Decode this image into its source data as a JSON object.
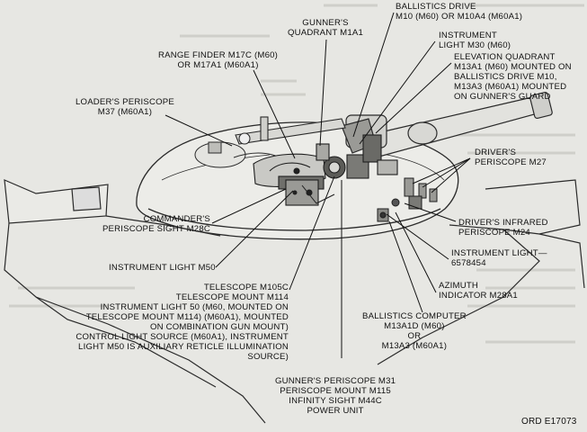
{
  "labels": {
    "gunners_quadrant": [
      "GUNNER'S",
      "QUADRANT M1A1"
    ],
    "ballistics_drive": [
      "BALLISTICS DRIVE",
      "M10 (M60) OR M10A4 (M60A1)"
    ],
    "instrument_light_m30": [
      "INSTRUMENT",
      "LIGHT M30 (M60)"
    ],
    "elevation_quadrant": [
      "ELEVATION QUADRANT",
      "M13A1 (M60) MOUNTED ON",
      "BALLISTICS DRIVE M10,",
      "M13A3 (M60A1) MOUNTED",
      "ON GUNNER'S GUARD"
    ],
    "range_finder": [
      "RANGE FINDER M17C (M60)",
      "OR M17A1 (M60A1)"
    ],
    "loaders_periscope": [
      "LOADER'S PERISCOPE",
      "M37 (M60A1)"
    ],
    "drivers_periscope": [
      "DRIVER'S",
      "PERISCOPE M27"
    ],
    "commanders_periscope": [
      "COMMANDER'S",
      "PERISCOPE SIGHT M28C"
    ],
    "drivers_infrared": [
      "DRIVER'S INFRARED",
      "PERISCOPE M24"
    ],
    "instrument_light_m50": [
      "INSTRUMENT LIGHT M50"
    ],
    "instrument_light_6578454": [
      "INSTRUMENT LIGHT—",
      "6578454"
    ],
    "telescope_group": [
      "TELESCOPE M105C",
      "TELESCOPE MOUNT M114",
      "INSTRUMENT LIGHT 50 (M60, MOUNTED ON",
      "TELESCOPE MOUNT M114) (M60A1), MOUNTED",
      "ON COMBINATION GUN MOUNT)",
      "CONTROL LIGHT SOURCE (M60A1), INSTRUMENT",
      "LIGHT M50 IS AUXILIARY RETICLE ILLUMINATION",
      "SOURCE)"
    ],
    "azimuth_indicator": [
      "AZIMUTH",
      "INDICATOR M28A1"
    ],
    "ballistics_computer": [
      "BALLISTICS COMPUTER",
      "M13A1D (M60)",
      "OR",
      "M13A3 (M60A1)"
    ],
    "gunners_periscope": [
      "GUNNER'S PERISCOPE M31",
      "PERISCOPE MOUNT M115",
      "INFINITY SIGHT M44C",
      "POWER UNIT"
    ]
  },
  "figure_ref": "ORD E17073"
}
